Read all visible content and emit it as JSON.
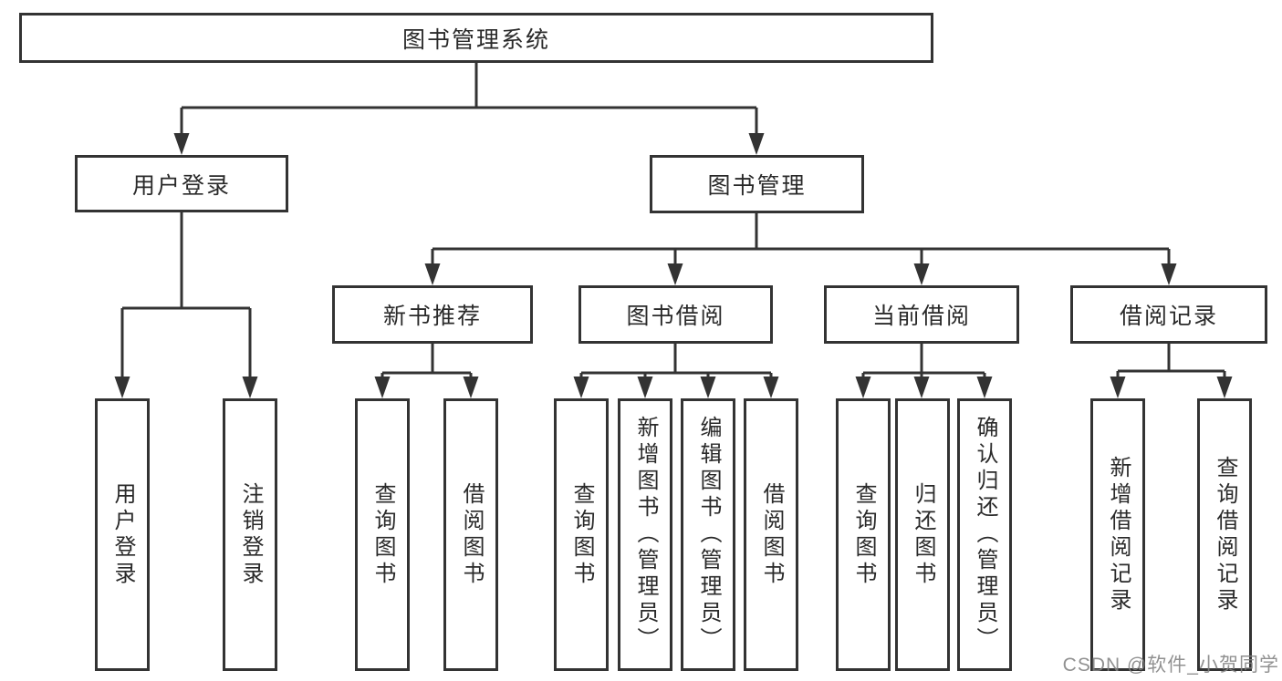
{
  "diagram": {
    "root": {
      "label": "图书管理系统",
      "children": [
        {
          "label": "用户登录",
          "children": [
            {
              "label": "用户登录"
            },
            {
              "label": "注销登录"
            }
          ]
        },
        {
          "label": "图书管理",
          "children": [
            {
              "label": "新书推荐",
              "children": [
                {
                  "label": "查询图书"
                },
                {
                  "label": "借阅图书"
                }
              ]
            },
            {
              "label": "图书借阅",
              "children": [
                {
                  "label": "查询图书"
                },
                {
                  "label": "新增图书（管理员）"
                },
                {
                  "label": "编辑图书（管理员）"
                },
                {
                  "label": "借阅图书"
                }
              ]
            },
            {
              "label": "当前借阅",
              "children": [
                {
                  "label": "查询图书"
                },
                {
                  "label": "归还图书"
                },
                {
                  "label": "确认归还（管理员）"
                }
              ]
            },
            {
              "label": "借阅记录",
              "children": [
                {
                  "label": "新增借阅记录"
                },
                {
                  "label": "查询借阅记录"
                }
              ]
            }
          ]
        }
      ]
    },
    "colors": {
      "line": "#333333",
      "text": "#2a2a2a",
      "background": "#ffffff",
      "watermark": "#8a8a8a"
    }
  },
  "watermark": {
    "text": "CSDN @软件_小贺同学"
  }
}
